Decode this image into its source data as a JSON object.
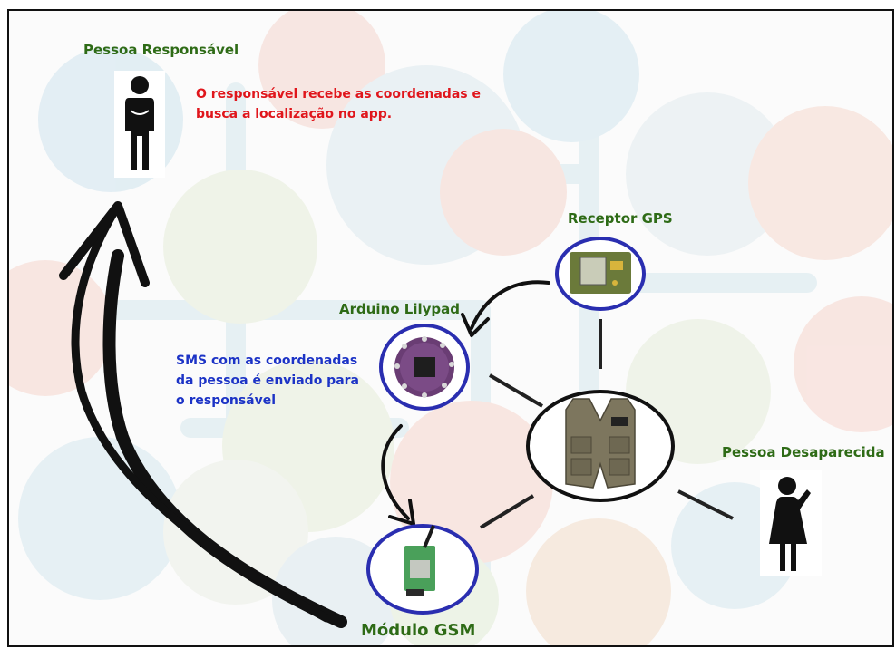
{
  "labels": {
    "responsible": "Pessoa Responsável",
    "responsible_note_line1": "O responsável recebe as coordenadas e",
    "responsible_note_line2": "busca a localização no app.",
    "gps": "Receptor GPS",
    "arduino": "Arduino Lilypad",
    "sms_line1": "SMS com as coordenadas",
    "sms_line2": "da pessoa é  enviado para",
    "sms_line3": "o responsável",
    "missing": "Pessoa Desaparecida",
    "gsm": "Módulo GSM"
  },
  "colors": {
    "label_green": "#2e6b16",
    "note_red": "#e0161c",
    "note_blue": "#1c33c6",
    "circle_blue": "#2a2eb0",
    "arrow": "#111111"
  },
  "icons": {
    "responsible": "man-figure-icon",
    "missing": "woman-figure-icon",
    "gps": "gps-module-icon",
    "arduino": "lilypad-board-icon",
    "gsm": "gsm-module-icon",
    "vest": "vest-icon"
  }
}
